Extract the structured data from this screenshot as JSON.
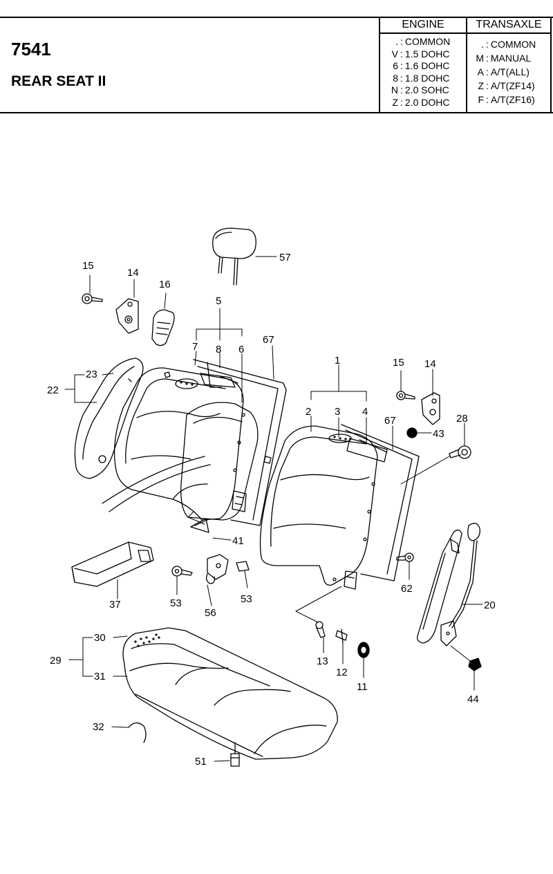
{
  "header": {
    "part_number": "7541",
    "title": "REAR SEAT II",
    "engine": {
      "heading": "ENGINE",
      "rows": [
        {
          "code": ".",
          "desc": "COMMON"
        },
        {
          "code": "V",
          "desc": "1.5 DOHC"
        },
        {
          "code": "6",
          "desc": "1.6 DOHC"
        },
        {
          "code": "8",
          "desc": "1.8 DOHC"
        },
        {
          "code": "N",
          "desc": "2.0 SOHC"
        },
        {
          "code": "Z",
          "desc": "2.0 DOHC"
        }
      ]
    },
    "transaxle": {
      "heading": "TRANSAXLE",
      "rows": [
        {
          "code": ".",
          "desc": "COMMON"
        },
        {
          "code": "M",
          "desc": "MANUAL"
        },
        {
          "code": "A",
          "desc": "A/T(ALL)"
        },
        {
          "code": "Z",
          "desc": "A/T(ZF14)"
        },
        {
          "code": "F",
          "desc": "A/T(ZF16)"
        }
      ]
    }
  },
  "callouts": {
    "c57": "57",
    "c15a": "15",
    "c14a": "14",
    "c16": "16",
    "c5": "5",
    "c7": "7",
    "c8": "8",
    "c6": "6",
    "c67a": "67",
    "c23": "23",
    "c22": "22",
    "c1": "1",
    "c15b": "15",
    "c14b": "14",
    "c2": "2",
    "c3": "3",
    "c4": "4",
    "c67b": "67",
    "c28": "28",
    "c43": "43",
    "c41": "41",
    "c37": "37",
    "c53a": "53",
    "c56": "56",
    "c53b": "53",
    "c62": "62",
    "c20": "20",
    "c13": "13",
    "c12": "12",
    "c11": "11",
    "c44": "44",
    "c30": "30",
    "c29": "29",
    "c31": "31",
    "c32": "32",
    "c51": "51"
  }
}
